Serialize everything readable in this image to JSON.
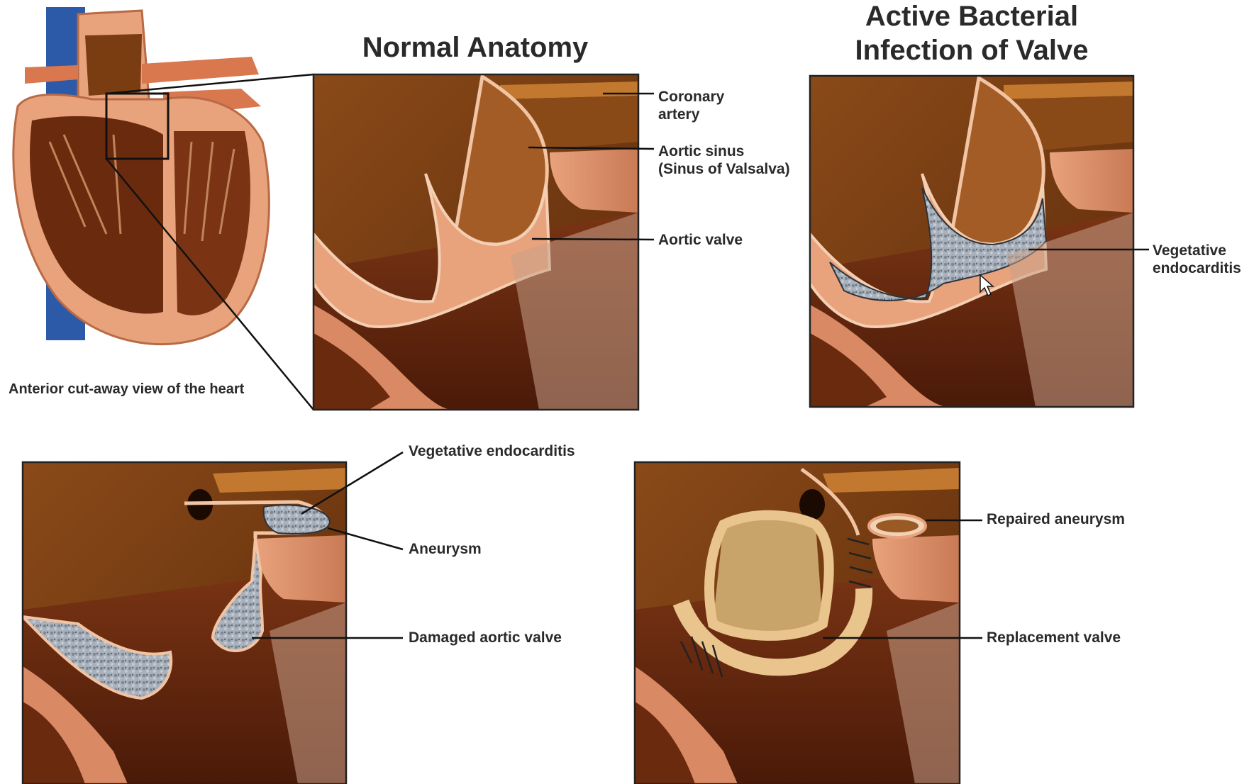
{
  "titles": {
    "normal": "Normal Anatomy",
    "infection_line1": "Active Bacterial",
    "infection_line2": "Infection of Valve"
  },
  "caption": "Anterior cut-away view of the heart",
  "normal_labels": {
    "coronary_line1": "Coronary",
    "coronary_line2": "artery",
    "sinus_line1": "Aortic sinus",
    "sinus_line2": "(Sinus of Valsalva)",
    "valve": "Aortic valve"
  },
  "infection_labels": {
    "veg_line1": "Vegetative",
    "veg_line2": "endocarditis"
  },
  "damage_labels": {
    "vegetative": "Vegetative endocarditis",
    "aneurysm": "Aneurysm",
    "damaged_valve": "Damaged aortic valve"
  },
  "repair_labels": {
    "repaired_aneurysm": "Repaired aneurysm",
    "replacement_valve": "Replacement valve"
  },
  "colors": {
    "aorta_brown": "#7a3d12",
    "tissue_pink": "#e8a27c",
    "muscle_dark": "#5a2410",
    "vegetation_gray": "#9aa3ad",
    "vein_blue": "#2d5aa8",
    "valve_tan": "#e9c48c"
  }
}
